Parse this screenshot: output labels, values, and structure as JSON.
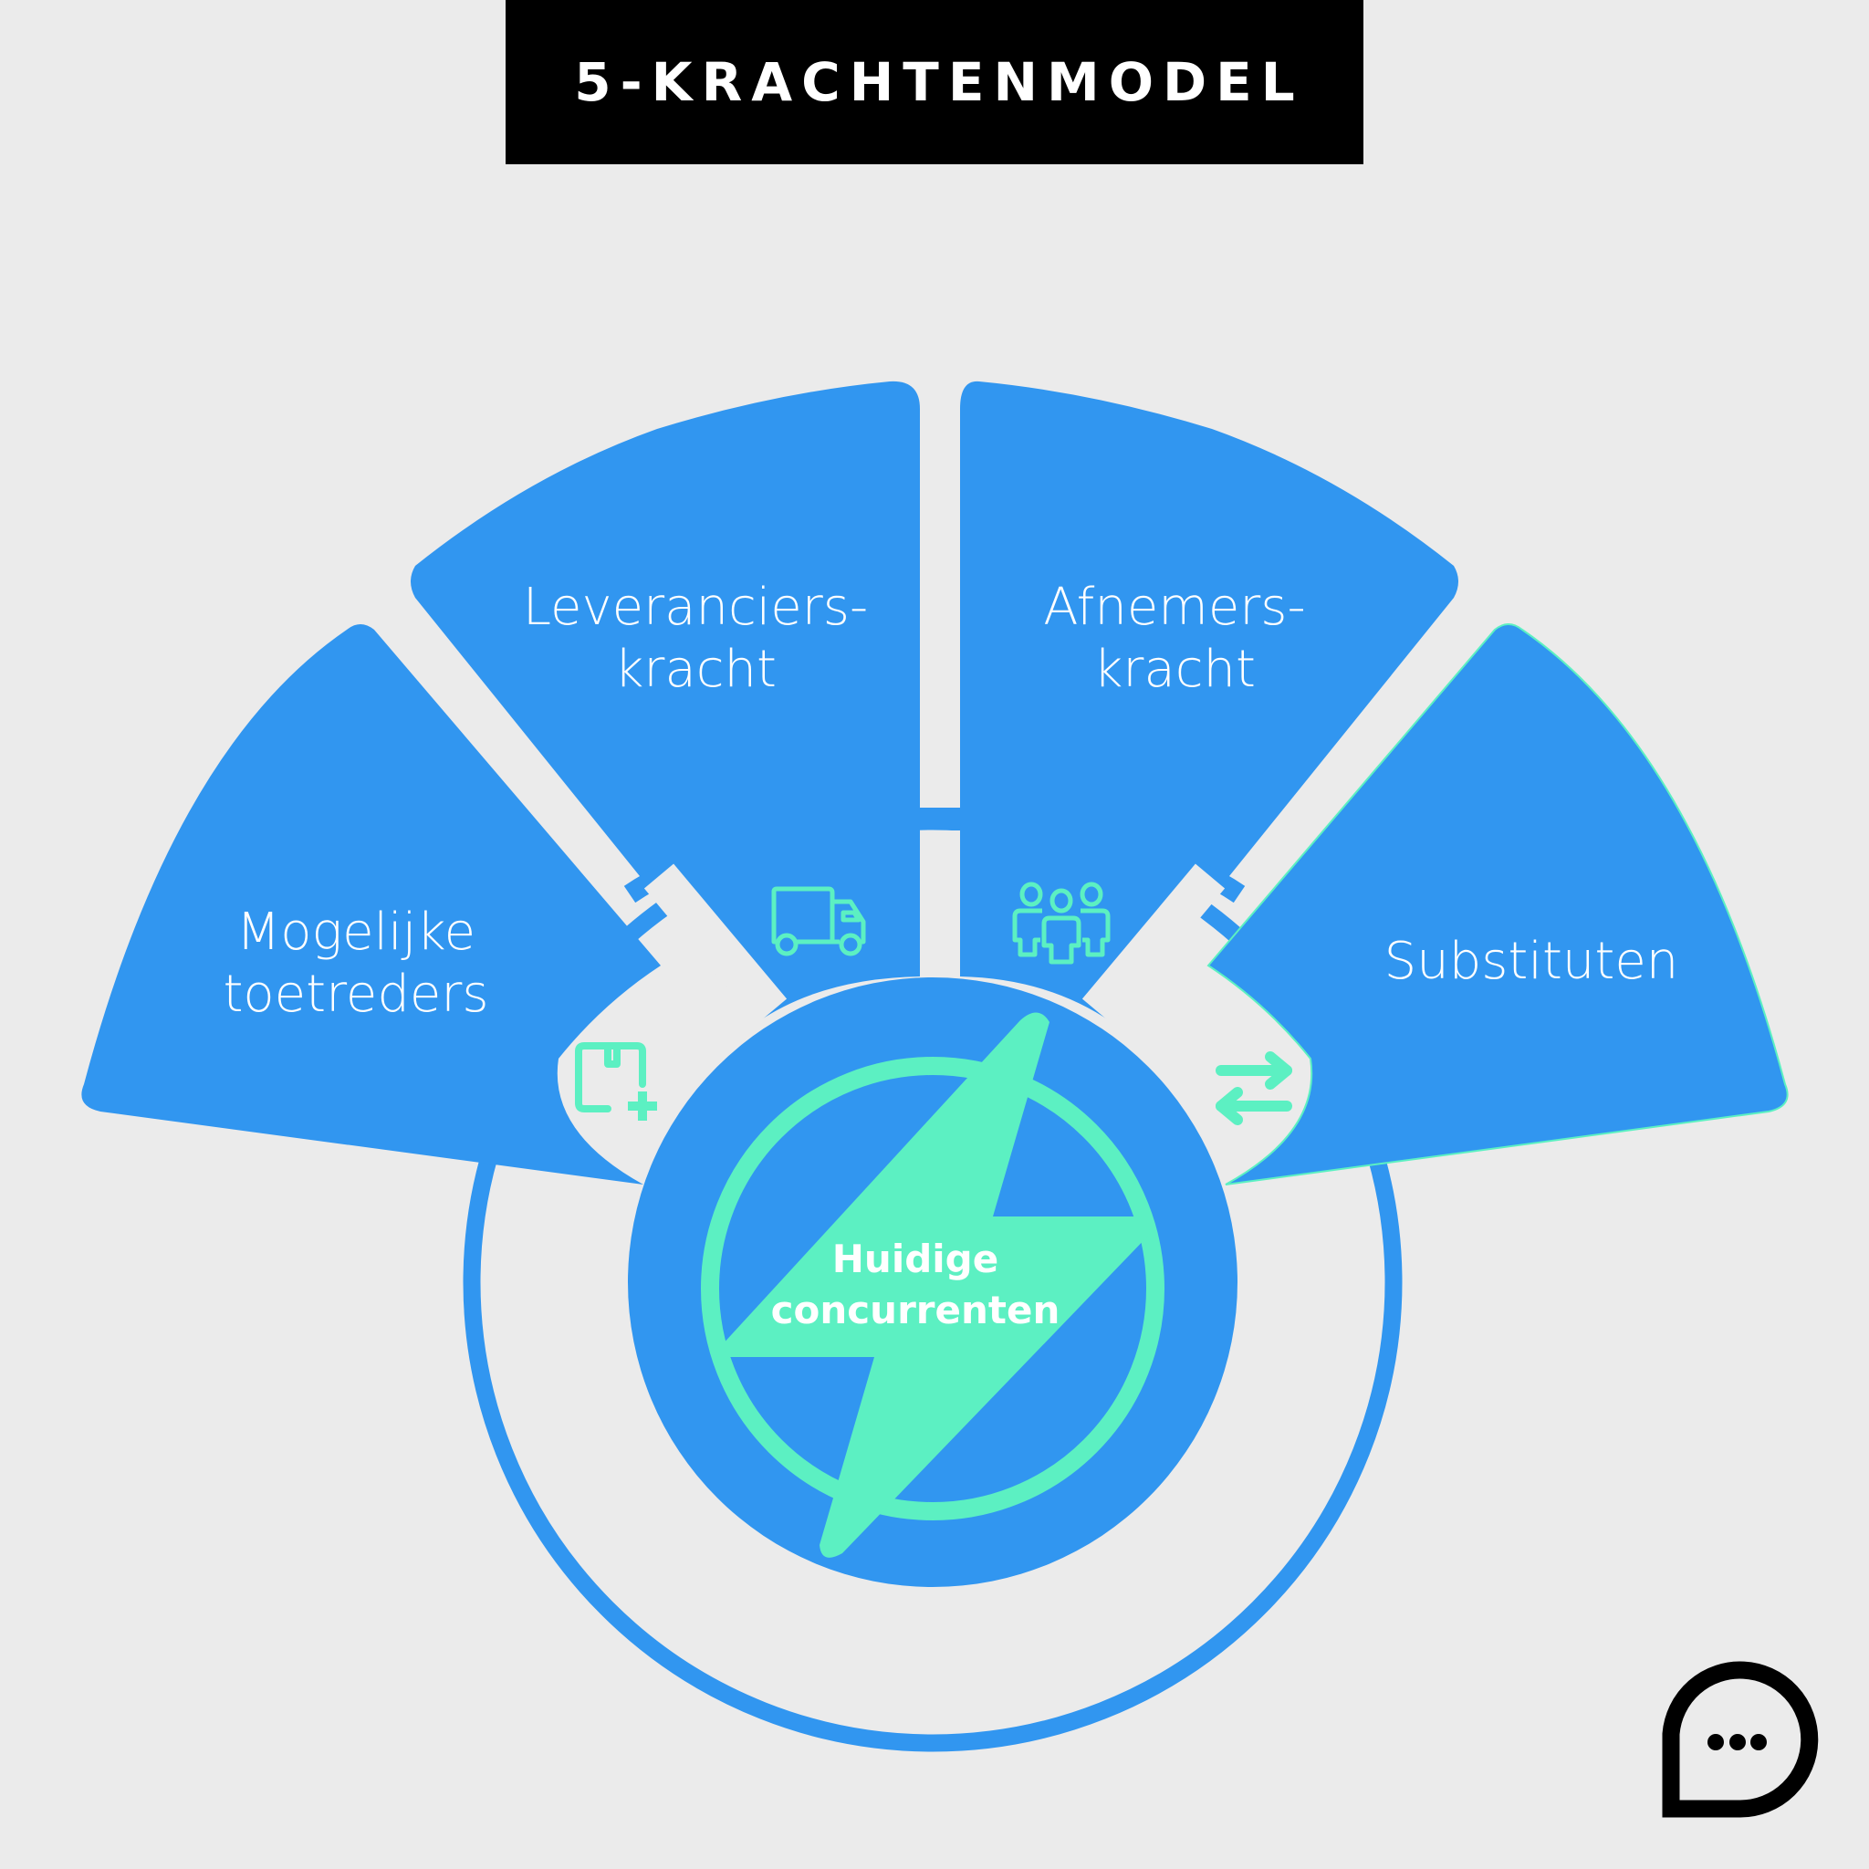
{
  "title": "5-KRACHTENMODEL",
  "colors": {
    "background": "#EBEBEB",
    "segment_blue": "#3196F0",
    "accent_teal": "#5CF0C2",
    "title_bg": "#000000",
    "text_white": "#FFFFFF"
  },
  "segments": {
    "new_entrants": {
      "line1": "Mogelijke",
      "line2": "toetreders",
      "icon": "box-plus-icon"
    },
    "suppliers": {
      "line1": "Leveranciers-",
      "line2": "kracht",
      "icon": "truck-icon"
    },
    "buyers": {
      "line1": "Afnemers-",
      "line2": "kracht",
      "icon": "people-group-icon"
    },
    "substitutes": {
      "line1": "Substituten",
      "icon": "swap-arrows-icon"
    }
  },
  "center": {
    "line1": "Huidige",
    "line2": "concurrenten",
    "icon": "lightning-bolt-icon"
  },
  "logo": {
    "icon": "chat-bubble-dots-icon"
  }
}
